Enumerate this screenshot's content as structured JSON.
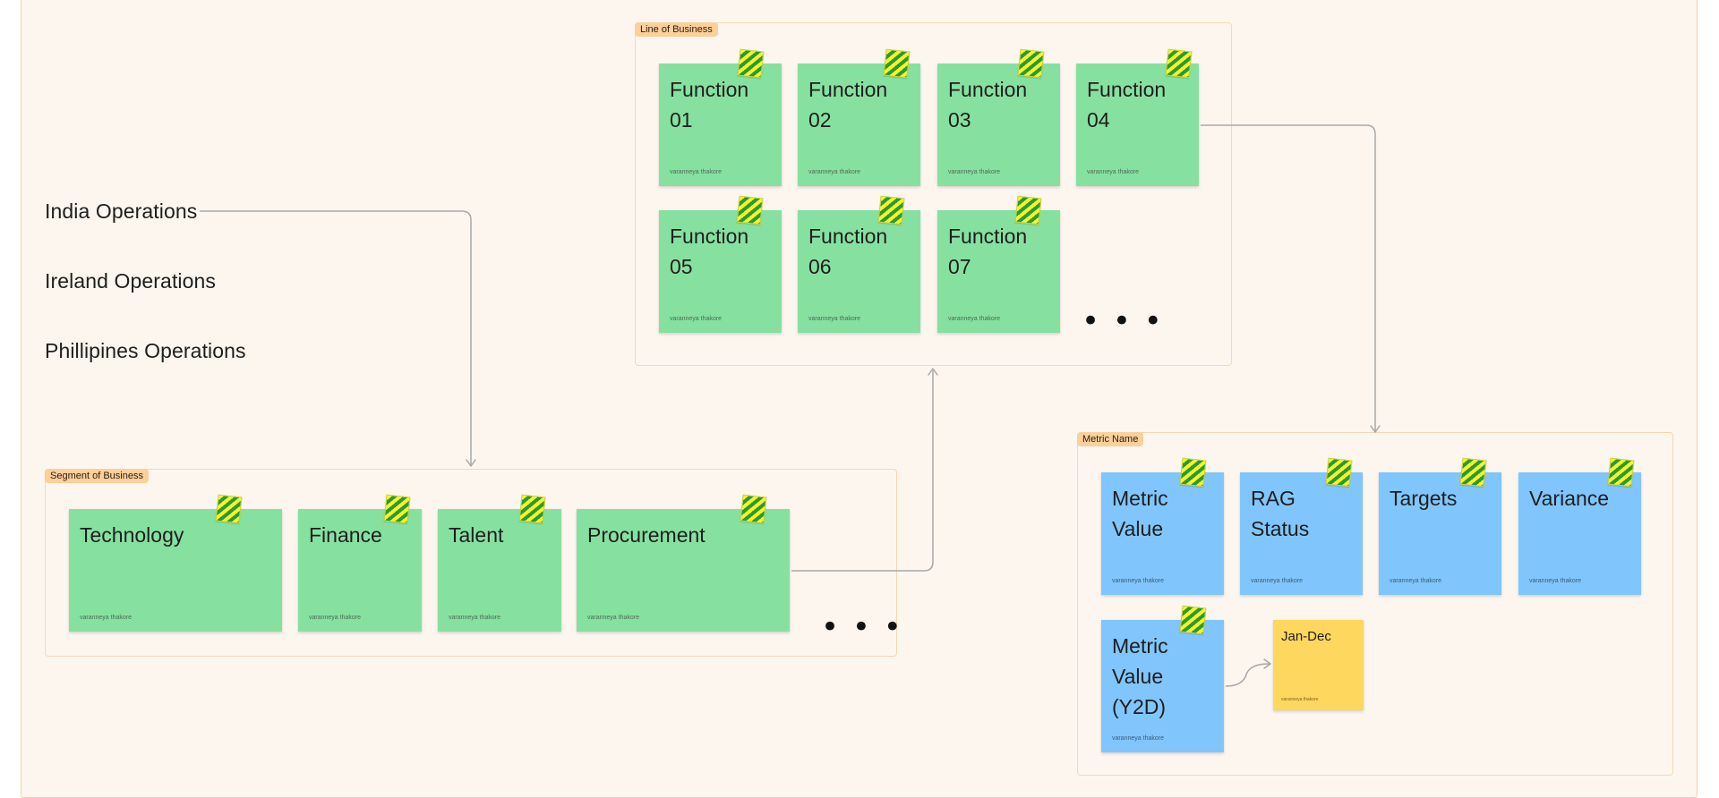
{
  "ops_labels": [
    "India Operations",
    "Ireland Operations",
    "Phillipines Operations"
  ],
  "segment": {
    "tag": "Segment of Business",
    "stickies": [
      {
        "title": "Technology",
        "author": "varanneya thakore"
      },
      {
        "title": "Finance",
        "author": "varanneya thakore"
      },
      {
        "title": "Talent",
        "author": "varanneya thakore"
      },
      {
        "title": "Procurement",
        "author": "varanneya thakore"
      }
    ],
    "more": "• • •"
  },
  "line_of_business": {
    "tag": "Line of Business",
    "stickies": [
      {
        "title": "Function\n01",
        "author": "varanneya thakore"
      },
      {
        "title": "Function\n02",
        "author": "varanneya thakore"
      },
      {
        "title": "Function\n03",
        "author": "varanneya thakore"
      },
      {
        "title": "Function\n04",
        "author": "varanneya thakore"
      },
      {
        "title": "Function\n05",
        "author": "varanneya thakore"
      },
      {
        "title": "Function\n06",
        "author": "varanneya thakore"
      },
      {
        "title": "Function\n07",
        "author": "varanneya thakore"
      }
    ],
    "more": "• • •"
  },
  "metric": {
    "tag": "Metric Name",
    "stickies": [
      {
        "title": "Metric\nValue",
        "author": "varanneya thakore"
      },
      {
        "title": "RAG\nStatus",
        "author": "varanneya thakore"
      },
      {
        "title": "Targets",
        "author": "varanneya thakore"
      },
      {
        "title": "Variance",
        "author": "varanneya thakore"
      },
      {
        "title": "Metric\nValue\n(Y2D)",
        "author": "varanneya thakore"
      }
    ],
    "note": {
      "title": "Jan-Dec",
      "author": "varanneya thakore"
    }
  },
  "colors": {
    "board": "#fdf6ef",
    "sticky_green": "#86e1a0",
    "sticky_blue": "#80c6fc",
    "sticky_yellow": "#fed75e",
    "section_tag": "#fdcf9a",
    "connector": "#a8a8a8"
  }
}
